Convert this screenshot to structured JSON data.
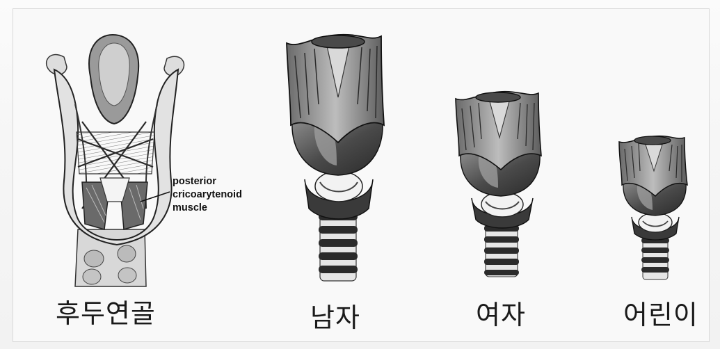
{
  "figure": {
    "annotation": [
      "posterior",
      "cricoarytenoid",
      "muscle"
    ],
    "labels": {
      "section": "후두연골",
      "male": "남자",
      "female": "여자",
      "child": "어린이"
    }
  },
  "colors": {
    "ink": "#1a1a1a",
    "shade": "#555555",
    "light": "#d9d9d9"
  },
  "icons": [
    "larynx-posterior-icon",
    "larynx-male-icon",
    "larynx-female-icon",
    "larynx-child-icon"
  ]
}
